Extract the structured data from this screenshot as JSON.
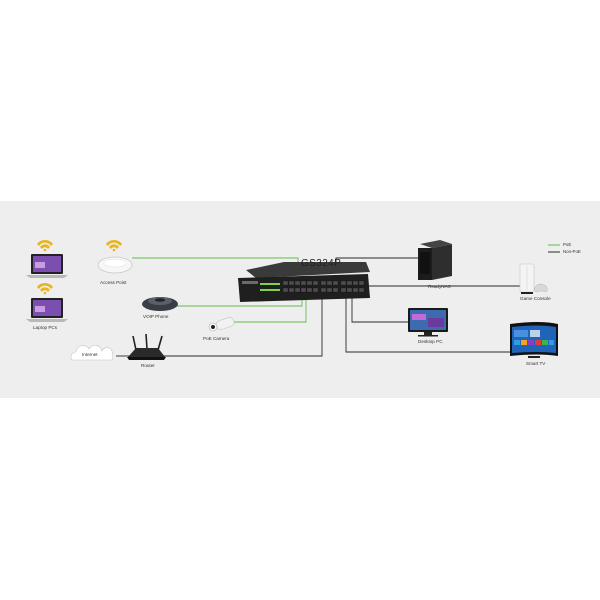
{
  "title": "GS324P",
  "legend": {
    "poe": "PoE",
    "non_poe": "Non-PoE"
  },
  "labels": {
    "laptops": "Laptop PCs",
    "access_point": "Access Point",
    "voip_phone": "VOIP Phone",
    "poe_camera": "PoE Camera",
    "internet": "Internet",
    "router": "Router",
    "readynas": "ReadyNAS",
    "game_console": "Game Console",
    "desktop_pc": "Desktop PC",
    "smart_tv": "Smart TV"
  },
  "colors": {
    "poe": "#5fbf4a",
    "non_poe": "#2b2b2b",
    "panel": "#eeeeef"
  }
}
